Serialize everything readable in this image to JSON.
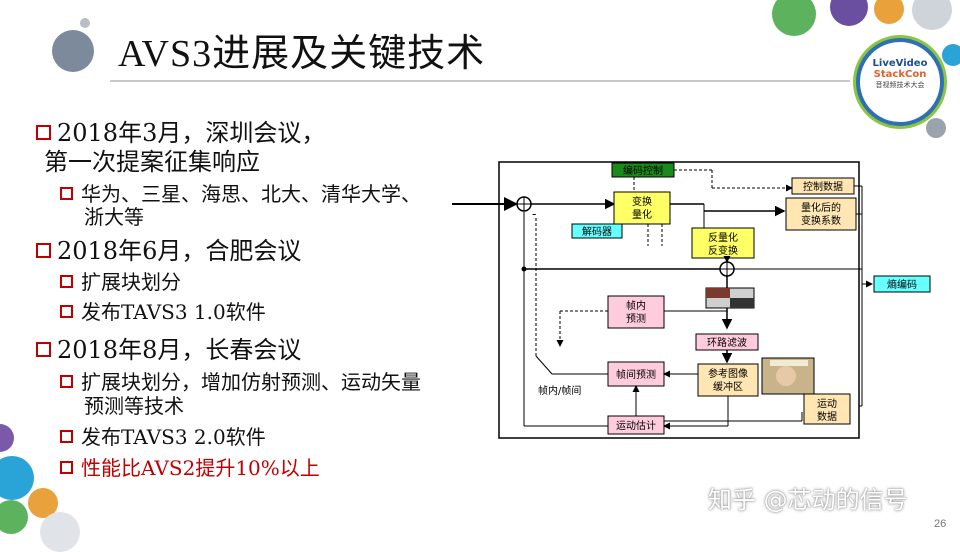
{
  "title": "AVS3进展及关键技术",
  "logo": {
    "line1": "LiveVideo",
    "line2": "StackCon",
    "line3": "音视频技术大会"
  },
  "bullets": {
    "b1_line1": "2018年3月，深圳会议，",
    "b1_line2": "第一次提案征集响应",
    "b1_sub1_line1": "华为、三星、海思、北大、清华大学、",
    "b1_sub1_line2": "浙大等",
    "b2": "2018年6月，合肥会议",
    "b2_sub1": "扩展块划分",
    "b2_sub2": "发布TAVS3 1.0软件",
    "b3": "2018年8月，长春会议",
    "b3_sub1_line1": "扩展块划分，增加仿射预测、运动矢量",
    "b3_sub1_line2": "预测等技术",
    "b3_sub2": "发布TAVS3 2.0软件",
    "b3_sub3": "性能比AVS2提升10%以上"
  },
  "diagram": {
    "coding_control": "编码控制",
    "transform_quant_1": "变换",
    "transform_quant_2": "量化",
    "decoder": "解码器",
    "inverse_1": "反量化",
    "inverse_2": "反变换",
    "control_data": "控制数据",
    "quant_coeff_1": "量化后的",
    "quant_coeff_2": "变换系数",
    "entropy": "熵编码",
    "intra_1": "帧内",
    "intra_2": "预测",
    "loop_filter": "环路滤波",
    "inter_pred": "帧间预测",
    "ref_buffer_1": "参考图像",
    "ref_buffer_2": "缓冲区",
    "motion_est": "运动估计",
    "motion_data_1": "运动",
    "motion_data_2": "数据",
    "intra_inter": "帧内/帧间",
    "minus": "-"
  },
  "watermark": "知乎 @芯动的信号",
  "page_number": "26",
  "colors": {
    "accent_red": "#c00000",
    "box_green": "#1a8a1a",
    "box_yellow": "#ffff66",
    "box_cyan": "#66ffff",
    "box_pink": "#ffccdd",
    "box_tan": "#ffe6b3"
  }
}
